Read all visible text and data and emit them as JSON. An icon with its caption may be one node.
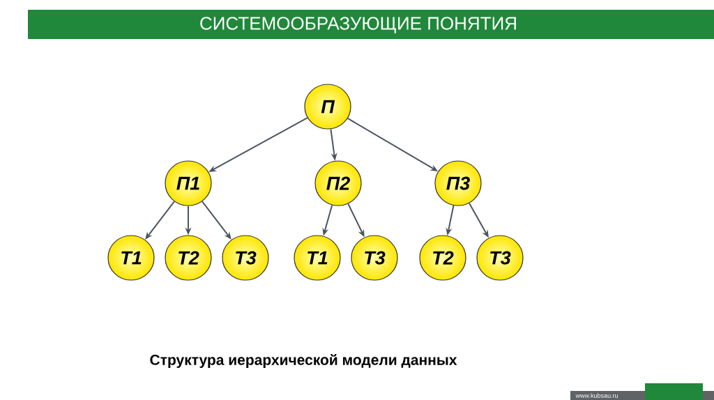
{
  "diagram": {
    "title": "СИСТЕМООБРАЗУЮЩИЕ ПОНЯТИЯ",
    "caption": "Структура иерархической модели данных",
    "nodes": [
      {
        "text": [
          "П"
        ]
      },
      {
        "text": [
          "П1"
        ]
      },
      {
        "text": [
          "П2"
        ]
      },
      {
        "text": [
          "П3"
        ]
      },
      {
        "text": [
          "Т1"
        ]
      },
      {
        "text": [
          "Т2"
        ]
      },
      {
        "text": [
          "Т3"
        ]
      },
      {
        "text": [
          "Т1"
        ]
      },
      {
        "text": [
          "Т3"
        ]
      },
      {
        "text": [
          "Т2"
        ]
      },
      {
        "text": [
          "Т3"
        ]
      }
    ],
    "edges": [
      {
        "from": 0,
        "to": 1,
        "arrow": "to"
      },
      {
        "from": 0,
        "to": 2,
        "arrow": "to"
      },
      {
        "from": 0,
        "to": 3,
        "arrow": "to"
      },
      {
        "from": 1,
        "to": 4,
        "arrow": "to"
      },
      {
        "from": 1,
        "to": 5,
        "arrow": "to"
      },
      {
        "from": 1,
        "to": 6,
        "arrow": "to"
      },
      {
        "from": 2,
        "to": 7,
        "arrow": "to"
      },
      {
        "from": 2,
        "to": 8,
        "arrow": "to"
      },
      {
        "from": 3,
        "to": 9,
        "arrow": "to"
      },
      {
        "from": 3,
        "to": 10,
        "arrow": "to"
      }
    ],
    "labels": [
      "www.kubsau.ru"
    ]
  }
}
